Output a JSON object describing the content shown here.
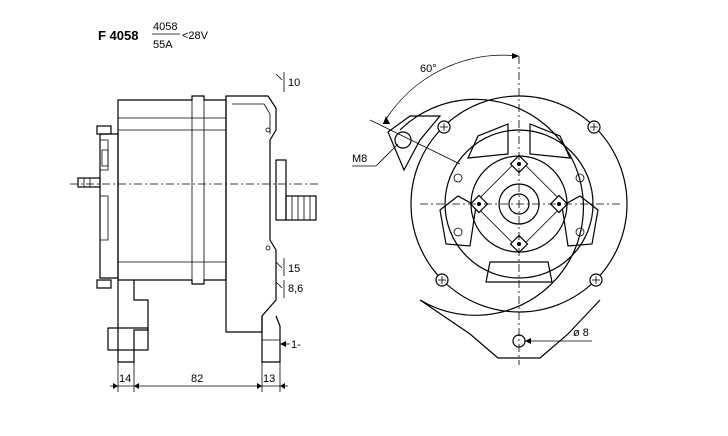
{
  "header": {
    "model": "F 4058",
    "part_number": "4058",
    "current": "55A",
    "voltage": "<28V"
  },
  "side_view": {
    "dim_top": "10",
    "dim_right_1": "15",
    "dim_right_2": "8,6",
    "dim_foot": "1-",
    "dim_bottom_left": "14",
    "dim_bottom_mid": "82",
    "dim_bottom_right": "13"
  },
  "front_view": {
    "angle": "60°",
    "thread": "M8",
    "hole": "ø 8"
  }
}
